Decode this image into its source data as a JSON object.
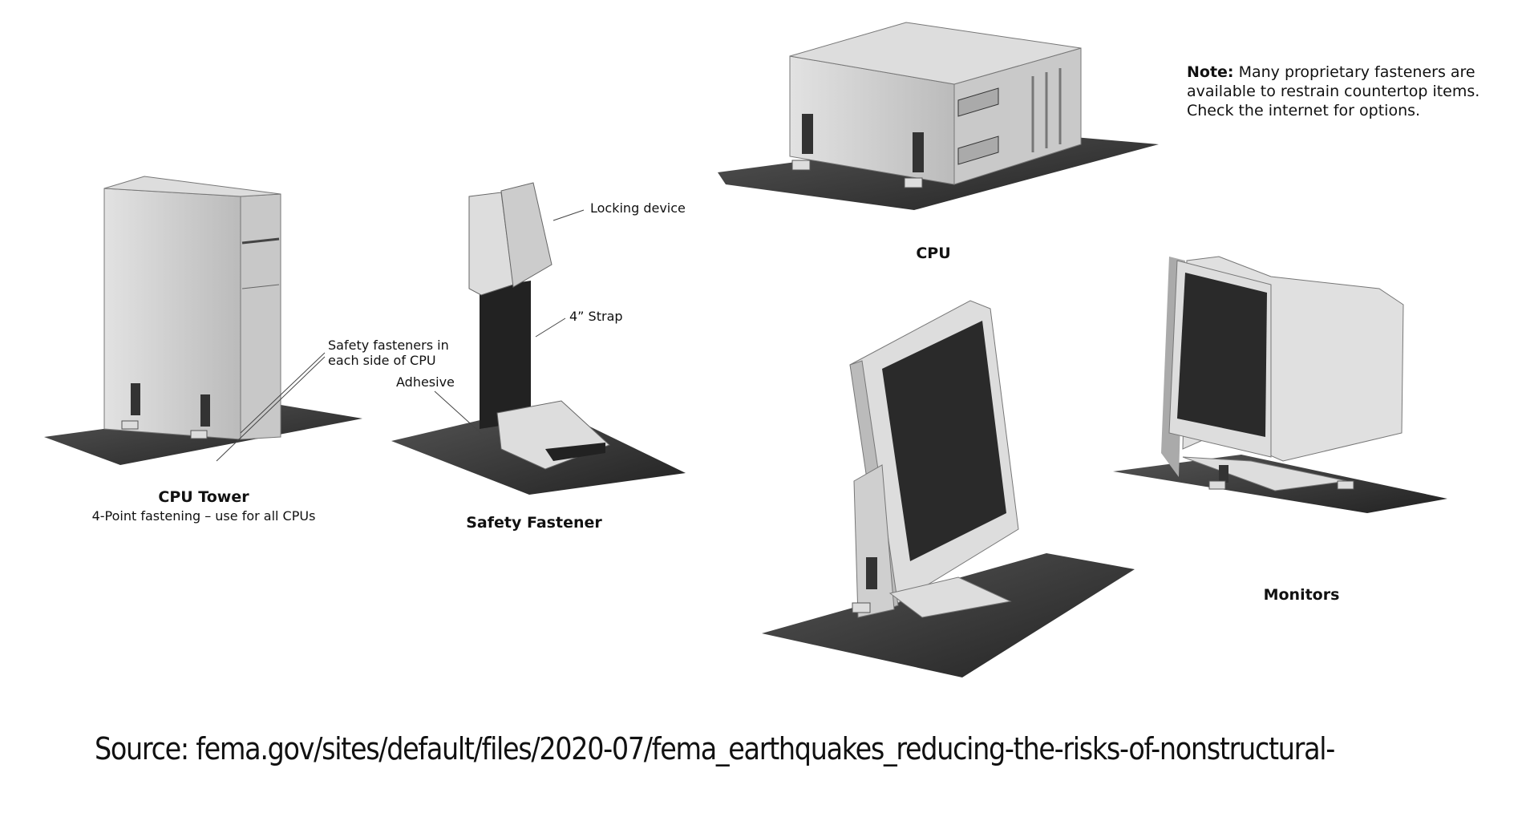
{
  "note": {
    "bold": "Note:",
    "lines": [
      "Many proprietary fasteners are",
      "available to restrain countertop items.",
      "Check the internet for options."
    ]
  },
  "callouts": {
    "locking_device": "Locking device",
    "strap": "4” Strap",
    "safety_fasteners": [
      "Safety fasteners in",
      "each side of CPU"
    ],
    "adhesive": "Adhesive"
  },
  "captions": {
    "cpu_tower": "CPU Tower",
    "cpu_tower_sub": "4-Point fastening – use for all CPUs",
    "safety_fastener": "Safety Fastener",
    "cpu": "CPU",
    "monitors": "Monitors"
  },
  "source": "Source: fema.gov/sites/default/files/2020-07/fema_earthquakes_reducing-the-risks-of-nonstructural-"
}
